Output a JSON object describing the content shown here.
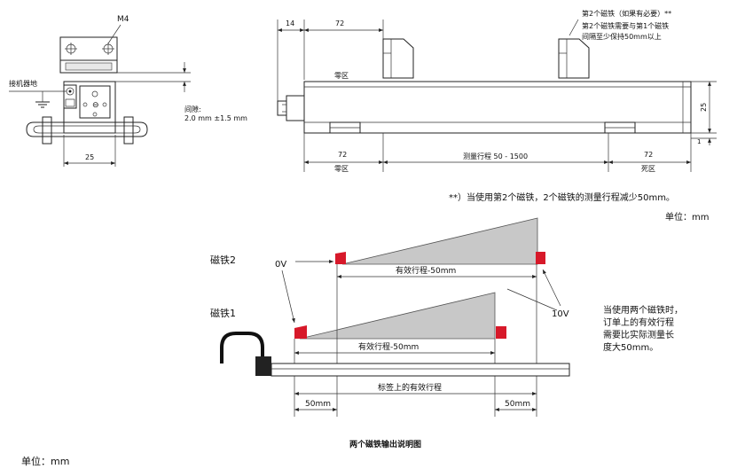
{
  "left_view": {
    "m4_label": "M4",
    "ground_label": "接机器地",
    "gap_label": "间隙:",
    "gap_value": "2.0 mm ±1.5 mm",
    "width_25": "25"
  },
  "top_view": {
    "dim_14": "14",
    "dim_72_top": "72",
    "zone_dead_inner": "零区",
    "dim_72_bottom_left": "72",
    "zone_dead_left": "零区",
    "measure_range": "测量行程 50 - 1500",
    "dim_72_bottom_right": "72",
    "zone_dead_right": "死区",
    "height_25": "25",
    "height_1": "1",
    "note_line1": "第2个磁铁（如果有必要）**",
    "note_line2": "第2个磁铁需要与第1个磁铁",
    "note_line3": "间隔至少保持50mm以上"
  },
  "footnote": "**）当使用第2个磁铁，2个磁铁的测量行程减少50mm。",
  "unit_top": "单位：mm",
  "magnet2_label": "磁铁2",
  "magnet1_label": "磁铁1",
  "zero_v": "0V",
  "ten_v": "10V",
  "effective2": "有效行程-50mm",
  "effective1": "有效行程-50mm",
  "label_effective": "标签上的有效行程",
  "dim_50_left": "50mm",
  "dim_50_right": "50mm",
  "side_note_1": "当使用两个磁铁时，",
  "side_note_2": "订单上的有效行程",
  "side_note_3": "需要比实际测量长",
  "side_note_4": "度大50mm。",
  "caption": "两个磁铁输出说明图",
  "unit_bottom": "单位：mm",
  "colors": {
    "marker": "#d7192a",
    "ramp": "#c8c8c8"
  }
}
